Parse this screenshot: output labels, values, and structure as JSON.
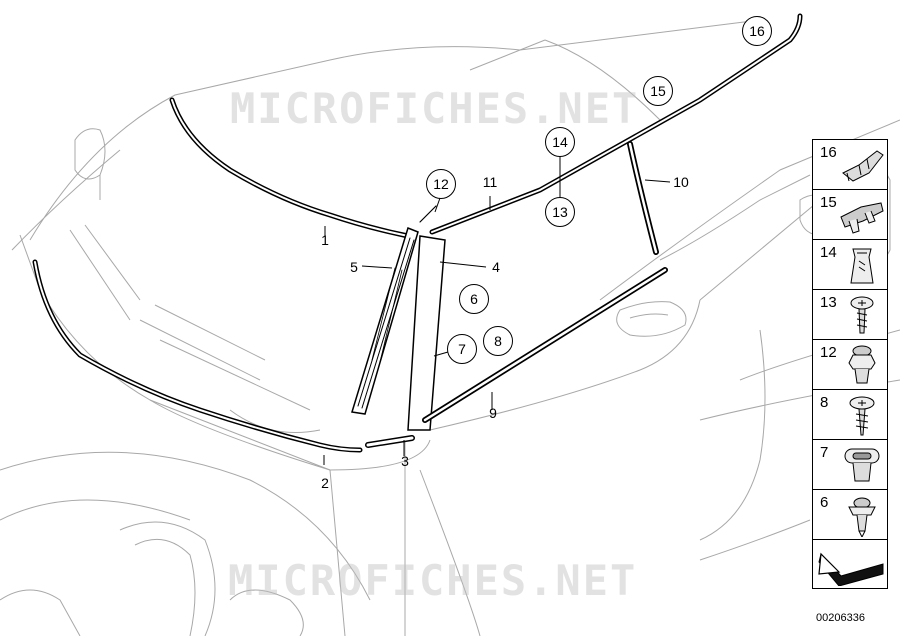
{
  "watermark": "MICROFICHES.NET",
  "diagram_id": "00206336",
  "callouts": [
    {
      "id": "c1",
      "label": "1",
      "circled": false
    },
    {
      "id": "c2",
      "label": "2",
      "circled": false
    },
    {
      "id": "c3",
      "label": "3",
      "circled": false
    },
    {
      "id": "c4",
      "label": "4",
      "circled": false
    },
    {
      "id": "c5",
      "label": "5",
      "circled": false
    },
    {
      "id": "c6",
      "label": "6",
      "circled": true
    },
    {
      "id": "c7",
      "label": "7",
      "circled": true
    },
    {
      "id": "c8",
      "label": "8",
      "circled": true
    },
    {
      "id": "c9",
      "label": "9",
      "circled": false
    },
    {
      "id": "c10",
      "label": "10",
      "circled": false
    },
    {
      "id": "c11",
      "label": "11",
      "circled": false
    },
    {
      "id": "c12",
      "label": "12",
      "circled": true
    },
    {
      "id": "c13",
      "label": "13",
      "circled": true
    },
    {
      "id": "c14",
      "label": "14",
      "circled": true
    },
    {
      "id": "c15",
      "label": "15",
      "circled": true
    },
    {
      "id": "c16",
      "label": "16",
      "circled": true
    }
  ],
  "legend": [
    {
      "label": "16",
      "icon": "clip-holder-icon"
    },
    {
      "label": "15",
      "icon": "clip-bracket-icon"
    },
    {
      "label": "14",
      "icon": "clip-nut-icon"
    },
    {
      "label": "13",
      "icon": "screw-icon"
    },
    {
      "label": "12",
      "icon": "expanding-rivet-icon"
    },
    {
      "label": "8",
      "icon": "screw-washer-icon"
    },
    {
      "label": "7",
      "icon": "grommet-icon"
    },
    {
      "label": "6",
      "icon": "push-rivet-icon"
    },
    {
      "label": "",
      "icon": "direction-arrow-icon"
    }
  ]
}
